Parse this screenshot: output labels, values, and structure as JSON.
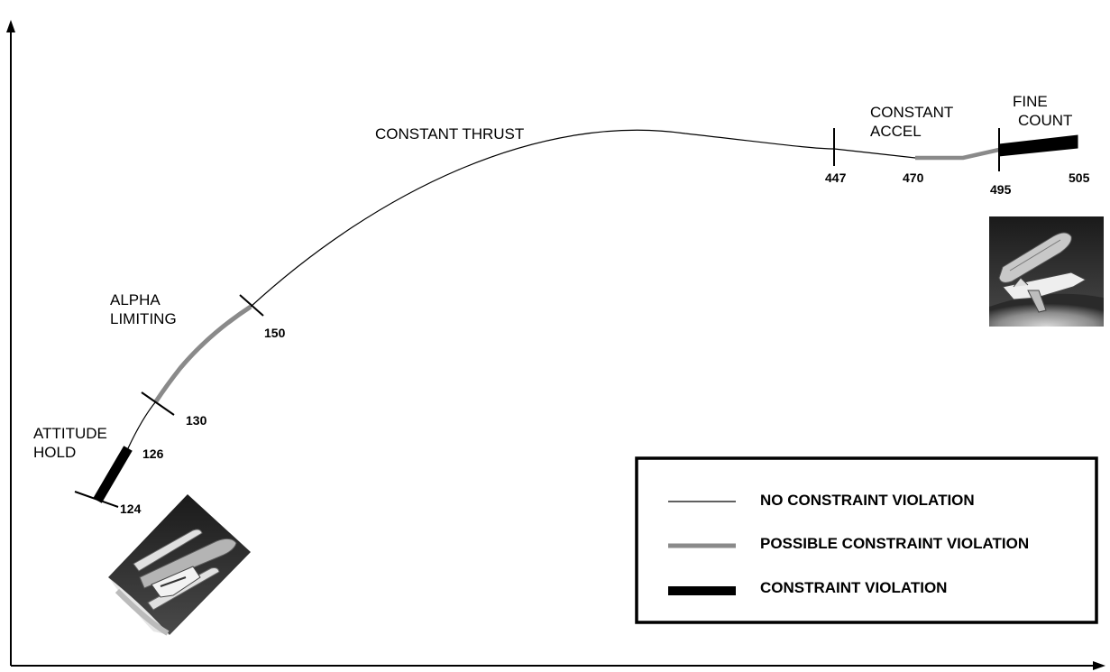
{
  "phases": {
    "attitude_hold": [
      "ATTITUDE",
      "HOLD"
    ],
    "alpha_limiting": [
      "ALPHA",
      "LIMITING"
    ],
    "constant_thrust": [
      "CONSTANT THRUST"
    ],
    "constant_accel": [
      "CONSTANT",
      "ACCEL"
    ],
    "fine_count": [
      "FINE",
      "COUNT"
    ]
  },
  "ticks": [
    "124",
    "126",
    "130",
    "150",
    "447",
    "470",
    "495",
    "505"
  ],
  "legend": {
    "items": [
      {
        "label": "NO CONSTRAINT VIOLATION",
        "style": "thin"
      },
      {
        "label": "POSSIBLE CONSTRAINT VIOLATION",
        "style": "possible"
      },
      {
        "label": "CONSTRAINT VIOLATION",
        "style": "violation"
      }
    ]
  },
  "colors": {
    "thin": "#000000",
    "possible": "#8a8a8a",
    "violation": "#000000"
  }
}
